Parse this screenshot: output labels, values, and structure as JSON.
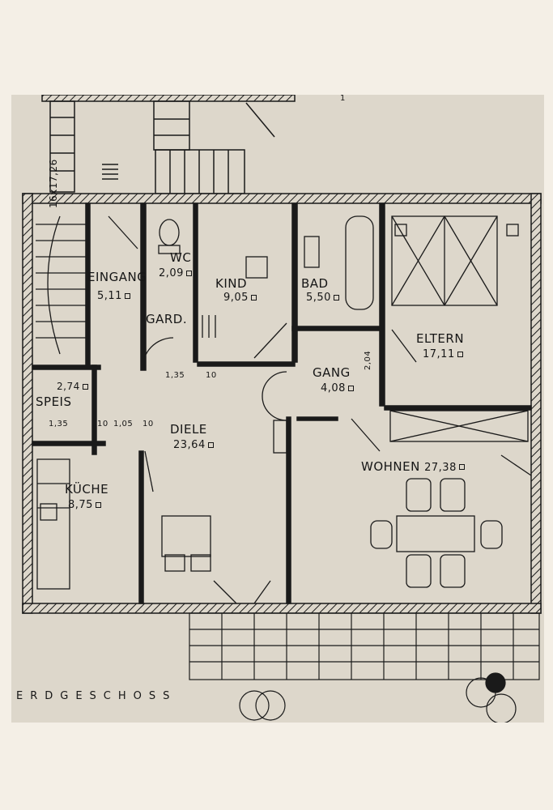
{
  "plan": {
    "title": "ERDGESCHOSS",
    "rooms": [
      {
        "id": "eingang",
        "name": "EINGANG",
        "area": "5,11"
      },
      {
        "id": "wc",
        "name": "WC",
        "area": "2,09"
      },
      {
        "id": "kind",
        "name": "KIND",
        "area": "9,05"
      },
      {
        "id": "bad",
        "name": "BAD",
        "area": "5,50"
      },
      {
        "id": "eltern",
        "name": "ELTERN",
        "area": "17,11"
      },
      {
        "id": "gard",
        "name": "GARD."
      },
      {
        "id": "gang",
        "name": "GANG",
        "area": "4,08"
      },
      {
        "id": "speis",
        "name": "SPEIS",
        "area": "2,74"
      },
      {
        "id": "diele",
        "name": "DIELE",
        "area": "23,64"
      },
      {
        "id": "wohnen",
        "name": "WOHNEN",
        "area": "27,38"
      },
      {
        "id": "kueche",
        "name": "KÜCHE",
        "area": "8,75"
      }
    ],
    "dimensions": {
      "d135a": "1,35",
      "d10a": "10",
      "d135b": "1,35",
      "d10b": "10",
      "d105": "1,05",
      "d10c": "10",
      "d204": "2,04",
      "stair": "16x17,26",
      "top_mark": "1"
    }
  }
}
